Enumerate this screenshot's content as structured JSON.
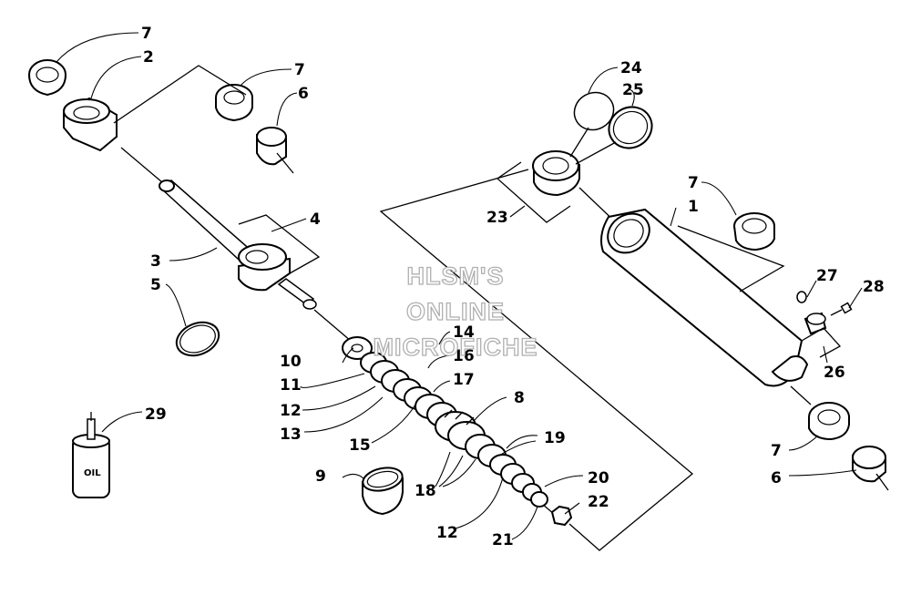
{
  "watermark": [
    "HLSM'S",
    "ONLINE",
    "MICROFICHE"
  ],
  "oil_label": "OIL",
  "callouts": [
    {
      "id": "c7a",
      "text": "7"
    },
    {
      "id": "c2",
      "text": "2"
    },
    {
      "id": "c7b",
      "text": "7"
    },
    {
      "id": "c6a",
      "text": "6"
    },
    {
      "id": "c4",
      "text": "4"
    },
    {
      "id": "c3",
      "text": "3"
    },
    {
      "id": "c5",
      "text": "5"
    },
    {
      "id": "c24",
      "text": "24"
    },
    {
      "id": "c25",
      "text": "25"
    },
    {
      "id": "c23",
      "text": "23"
    },
    {
      "id": "c7c",
      "text": "7"
    },
    {
      "id": "c1",
      "text": "1"
    },
    {
      "id": "c27",
      "text": "27"
    },
    {
      "id": "c28",
      "text": "28"
    },
    {
      "id": "c26",
      "text": "26"
    },
    {
      "id": "c7d",
      "text": "7"
    },
    {
      "id": "c6b",
      "text": "6"
    },
    {
      "id": "c14",
      "text": "14"
    },
    {
      "id": "c16",
      "text": "16"
    },
    {
      "id": "c17",
      "text": "17"
    },
    {
      "id": "c10",
      "text": "10"
    },
    {
      "id": "c11",
      "text": "11"
    },
    {
      "id": "c12a",
      "text": "12"
    },
    {
      "id": "c13",
      "text": "13"
    },
    {
      "id": "c15",
      "text": "15"
    },
    {
      "id": "c8",
      "text": "8"
    },
    {
      "id": "c19",
      "text": "19"
    },
    {
      "id": "c9",
      "text": "9"
    },
    {
      "id": "c18",
      "text": "18"
    },
    {
      "id": "c20",
      "text": "20"
    },
    {
      "id": "c22",
      "text": "22"
    },
    {
      "id": "c12b",
      "text": "12"
    },
    {
      "id": "c21",
      "text": "21"
    },
    {
      "id": "c29",
      "text": "29"
    }
  ]
}
